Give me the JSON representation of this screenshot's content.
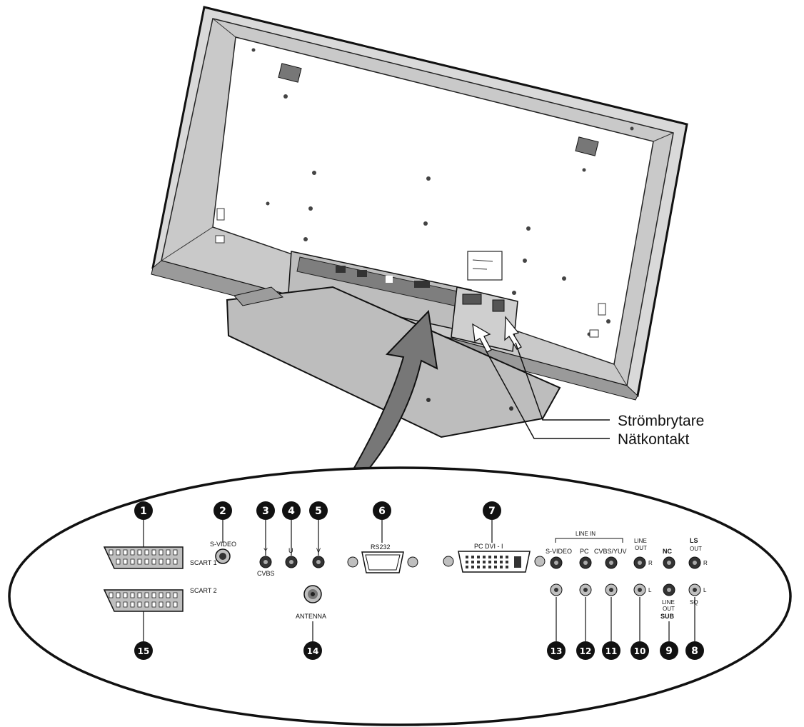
{
  "callouts": {
    "power_switch": "Strömbrytare",
    "mains_socket": "Nätkontakt"
  },
  "connectors": {
    "scart1": "SCART 1",
    "scart2": "SCART 2",
    "svideo": "S-VIDEO",
    "y": "Y",
    "cvbs": "CVBS",
    "u": "U",
    "v": "V",
    "rs232": "RS232",
    "pcdvi": "PC DVI - I",
    "antenna": "ANTENNA",
    "line_in": "LINE IN",
    "li_svideo": "S-VIDEO",
    "li_pc": "PC",
    "li_cvbs": "CVBS/YUV",
    "line_out": "LINE",
    "line_out2": "OUT",
    "nc": "NC",
    "ls": "LS",
    "ls_out": "OUT",
    "r": "R",
    "l": "L",
    "sub_line": "LINE",
    "sub_out": "OUT",
    "sub": "SUB",
    "sq": "SQ"
  },
  "numbers": {
    "n1": "1",
    "n2": "2",
    "n3": "3",
    "n4": "4",
    "n5": "5",
    "n6": "6",
    "n7": "7",
    "n8": "8",
    "n9": "9",
    "n10": "10",
    "n11": "11",
    "n12": "12",
    "n13": "13",
    "n14": "14",
    "n15": "15"
  },
  "colors": {
    "ink": "#111111",
    "tv_back": "#ffffff",
    "tv_frame": "#d9d9d9",
    "stand": "#bdbdbd",
    "arrow": "#777777"
  }
}
